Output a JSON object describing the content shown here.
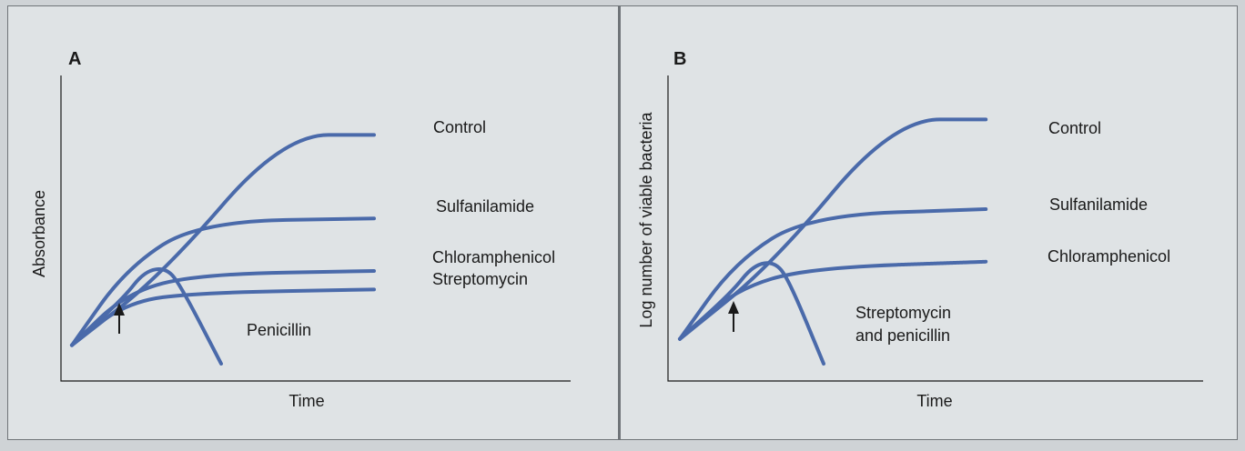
{
  "colors": {
    "curve": "#4a6aaa",
    "text": "#1a1a1a",
    "panel": "#dfe3e5"
  },
  "chart_data": [
    {
      "type": "line",
      "panel_label": "A",
      "xlabel": "Time",
      "ylabel": "Absorbance",
      "xlim": [
        0,
        10
      ],
      "ylim": [
        0,
        10
      ],
      "arrow_label": "",
      "arrow_x": 1.2,
      "series": [
        {
          "name": "Control",
          "x": [
            0,
            2.5,
            5.8,
            8.3
          ],
          "y": [
            1.1,
            3.4,
            7.9,
            7.9
          ]
        },
        {
          "name": "Sulfanilamide",
          "x": [
            0,
            1.5,
            3.5,
            8.3
          ],
          "y": [
            1.1,
            3.6,
            5.1,
            5.2
          ]
        },
        {
          "name": "Chloramphenicol",
          "x": [
            0,
            1.5,
            3.5,
            8.3
          ],
          "y": [
            1.1,
            2.8,
            3.4,
            3.5
          ]
        },
        {
          "name": "Streptomycin",
          "x": [
            0,
            1.5,
            3.5,
            8.3
          ],
          "y": [
            1.1,
            2.5,
            2.8,
            2.9
          ]
        },
        {
          "name": "Penicillin",
          "x": [
            0,
            1.4,
            2.0,
            2.6,
            3.0,
            4.1
          ],
          "y": [
            1.1,
            2.6,
            3.5,
            3.6,
            3.0,
            0.5
          ]
        }
      ]
    },
    {
      "type": "line",
      "panel_label": "B",
      "xlabel": "Time",
      "ylabel": "Log number of viable bacteria",
      "xlim": [
        0,
        10
      ],
      "ylim": [
        0,
        10
      ],
      "arrow_x": 1.1,
      "series": [
        {
          "name": "Control",
          "x": [
            0,
            2.5,
            5.8,
            8.3
          ],
          "y": [
            1.3,
            3.7,
            8.4,
            8.4
          ]
        },
        {
          "name": "Sulfanilamide",
          "x": [
            0,
            1.5,
            3.5,
            8.3
          ],
          "y": [
            1.3,
            3.8,
            5.3,
            5.5
          ]
        },
        {
          "name": "Chloramphenicol",
          "x": [
            0,
            1.5,
            3.5,
            8.3
          ],
          "y": [
            1.3,
            2.9,
            3.6,
            3.8
          ]
        },
        {
          "name": "Streptomycin and penicillin",
          "x": [
            0,
            1.4,
            2.0,
            2.6,
            3.0,
            3.9
          ],
          "y": [
            1.3,
            2.8,
            3.7,
            3.8,
            3.1,
            0.5
          ]
        }
      ]
    }
  ],
  "labels": {
    "A": {
      "letter": "A",
      "xlabel": "Time",
      "ylabel": "Absorbance",
      "control": "Control",
      "sulfanilamide": "Sulfanilamide",
      "chloramphenicol": "Chloramphenicol",
      "streptomycin": "Streptomycin",
      "penicillin": "Penicillin"
    },
    "B": {
      "letter": "B",
      "xlabel": "Time",
      "ylabel": "Log number of viable bacteria",
      "control": "Control",
      "sulfanilamide": "Sulfanilamide",
      "chloramphenicol": "Chloramphenicol",
      "strep_pen_line1": "Streptomycin",
      "strep_pen_line2": "and penicillin"
    }
  }
}
